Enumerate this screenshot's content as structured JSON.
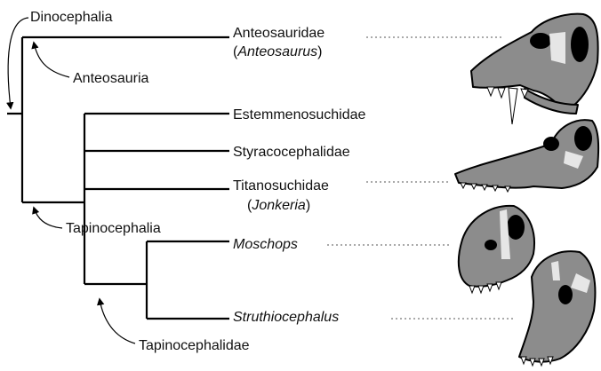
{
  "clade_labels": {
    "dinocephalia": "Dinocephalia",
    "anteosauria": "Anteosauria",
    "tapinocephalia": "Tapinocephalia",
    "tapinocephalidae": "Tapinocephalidae"
  },
  "taxa": {
    "anteosauridae": {
      "name": "Anteosauridae",
      "open": "(",
      "genus": "Anteosaurus",
      "close": ")"
    },
    "estemmenosuchidae": {
      "name": "Estemmenosuchidae"
    },
    "styracocephalidae": {
      "name": "Styracocephalidae"
    },
    "titanosuchidae": {
      "name": "Titanosuchidae",
      "open": "(",
      "genus": "Jonkeria",
      "close": ")"
    },
    "moschops": {
      "name": "Moschops"
    },
    "struthiocephalus": {
      "name": "Struthiocephalus"
    }
  },
  "skull_icons": [
    "anteosaurus-skull",
    "jonkeria-skull",
    "moschops-skull",
    "struthiocephalus-skull"
  ],
  "colors": {
    "skull": "#8c8c8c",
    "skull_patch": "#e6e6e6",
    "line": "#000000"
  }
}
